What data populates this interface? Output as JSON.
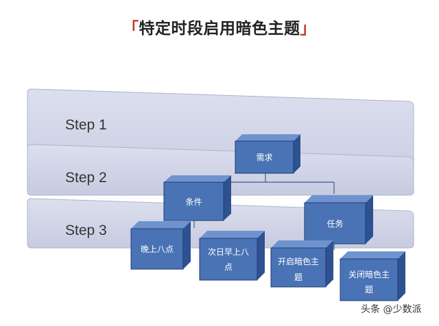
{
  "title": {
    "open": "「",
    "text": "特定时段启用暗色主题",
    "close": "」"
  },
  "steps": [
    "Step 1",
    "Step 2",
    "Step 3"
  ],
  "nodes": {
    "root": {
      "lines": [
        "需求"
      ]
    },
    "condition": {
      "lines": [
        "条件"
      ]
    },
    "task": {
      "lines": [
        "任务"
      ]
    },
    "evening": {
      "lines": [
        "晚上八点"
      ]
    },
    "morning": {
      "lines": [
        "次日早上八",
        "点"
      ]
    },
    "enable_dark": {
      "lines": [
        "开启暗色主",
        "题"
      ]
    },
    "disable_dark": {
      "lines": [
        "关闭暗色主",
        "题"
      ]
    }
  },
  "watermark": "头条 @少数派",
  "colors": {
    "band": "#cdd1e3",
    "band_edge": "#aeb3cc",
    "box_front": "#4a73b6",
    "box_top": "#6f93cf",
    "box_side": "#2d5191",
    "box_edge": "#1f3b70",
    "connector": "#3b5a95"
  }
}
